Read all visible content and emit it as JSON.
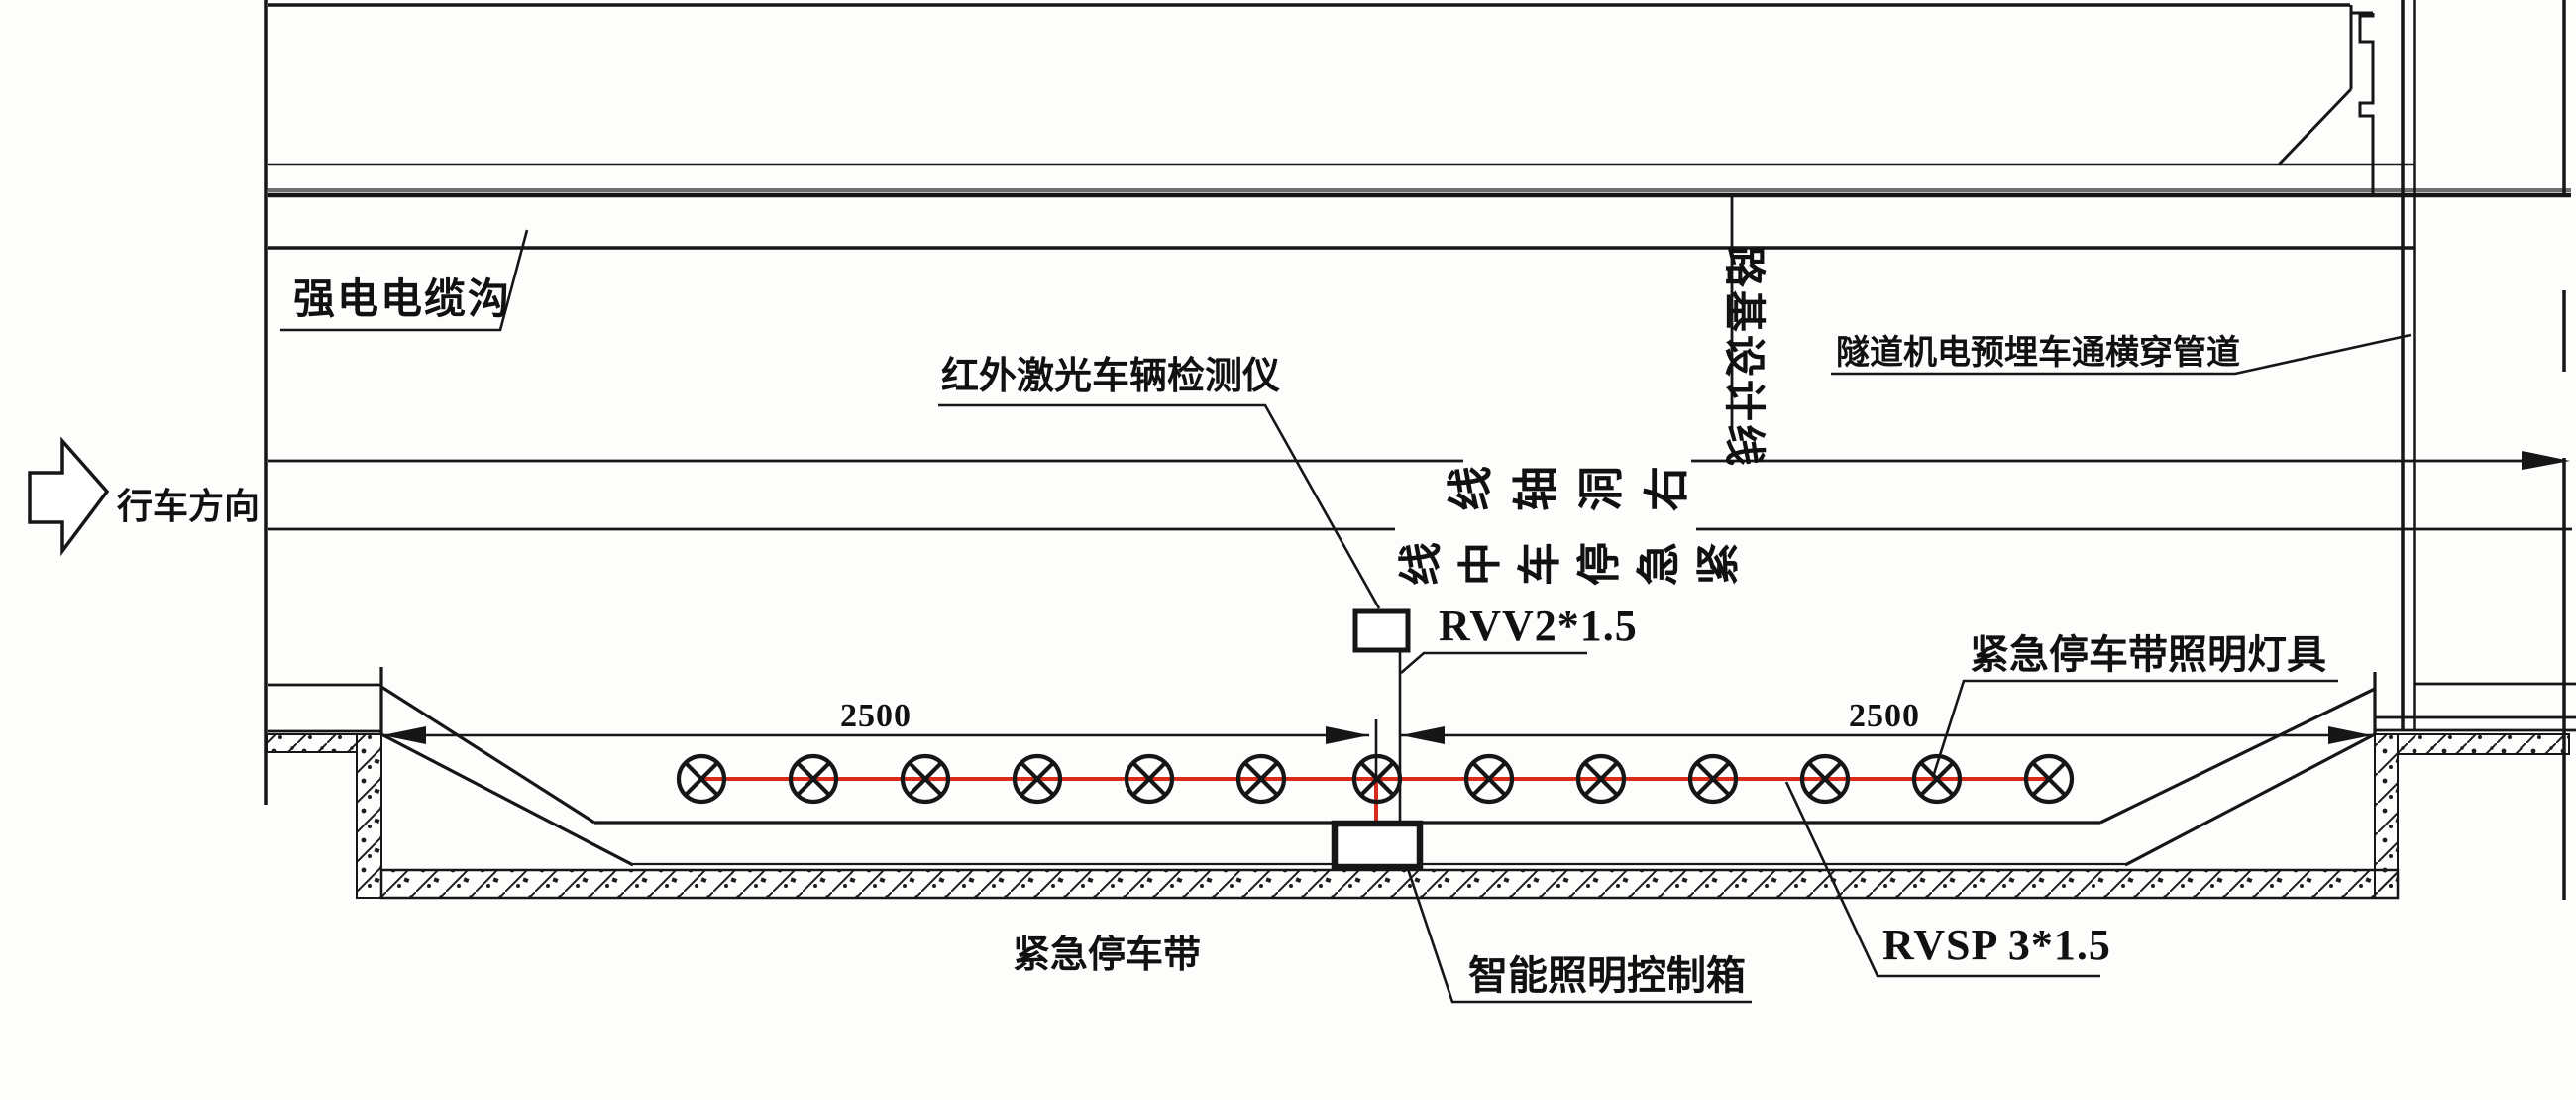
{
  "drawing": {
    "type": "tunnel-emergency-parking-strip-lighting-plan",
    "direction_arrow": {
      "label": "行车方向"
    },
    "labels": {
      "cable_trench": "强电电缆沟",
      "vehicle_detector": "红外激光车辆检测仪",
      "roadbed_design_line": "路基设计线",
      "crossing_duct": "隧道机电预埋车通横穿管道",
      "right_tube_axis": "右洞轴线",
      "parking_center_line": "紧急停车中线",
      "parking_strip": "紧急停车带",
      "parking_strip_lamps": "紧急停车带照明灯具",
      "lighting_control_box": "智能照明控制箱"
    },
    "cables": {
      "detector_cable": "RVV2*1.5",
      "lighting_cable": "RVSP 3*1.5"
    },
    "dimensions": {
      "left_span": "2500",
      "right_span": "2500"
    },
    "lamps": {
      "count": 13,
      "symbol": "circle-cross-lamp"
    },
    "colors": {
      "cable_line_red": "#d92b1c",
      "drawing_line": "#161616",
      "wall_gray": "#6f6f6f"
    }
  }
}
